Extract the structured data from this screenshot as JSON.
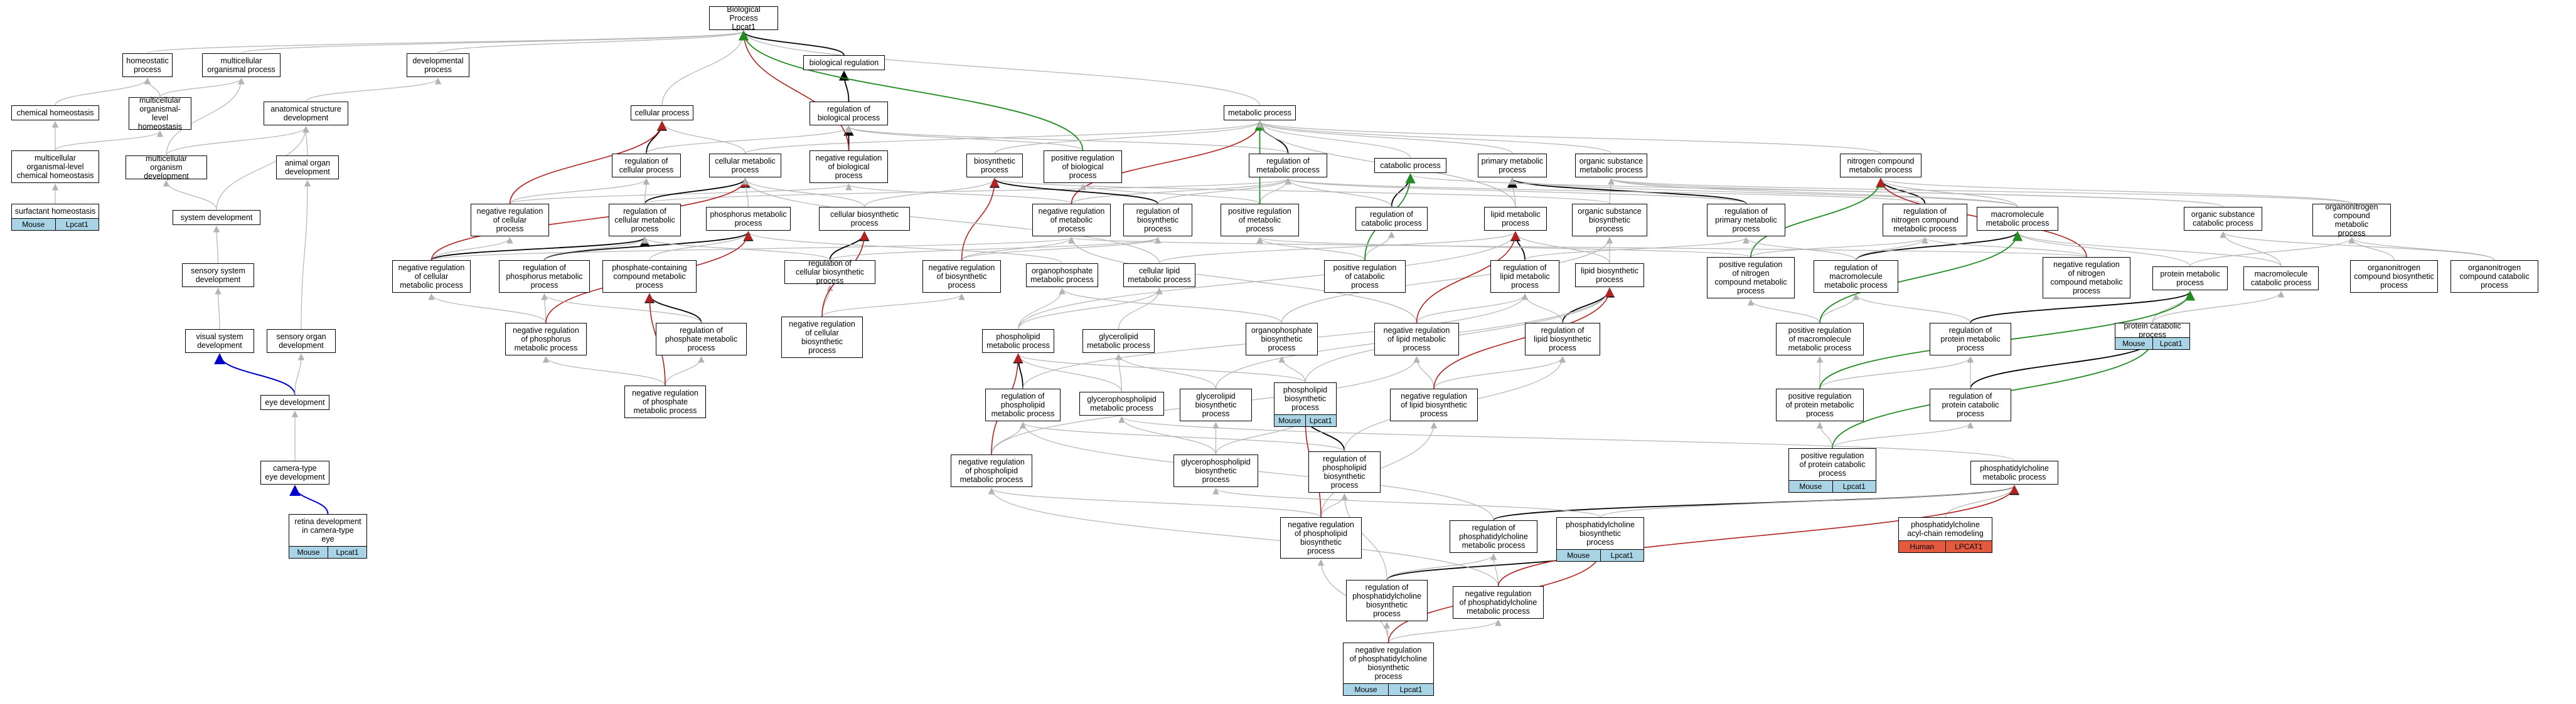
{
  "colors": {
    "default_edge": "#b4b4b4",
    "strong_edge": "#000000",
    "positive": "#228b22",
    "negative": "#b22222",
    "regulates": "#0000cc",
    "mouse": "#a9d4e6",
    "human": "#e35a3e"
  },
  "nodes": {
    "bp": "Biological Process\nLpcat1",
    "homeo": "homeostatic\nprocess",
    "multi": "multicellular\norganismal process",
    "devproc": "developmental\nprocess",
    "biolreg": "biological regulation",
    "chemhomeo": "chemical homeostasis",
    "multihomeo": "multicellular\norganismal-level\nhomeostasis",
    "anatdev": "anatomical structure\ndevelopment",
    "cellproc": "cellular process",
    "regbiol": "regulation of\nbiological process",
    "metab": "metabolic process",
    "mchemhomeo": "multicellular\norganismal-level\nchemical homeostasis",
    "multidev": "multicellular\norganism development",
    "animorgan": "animal organ\ndevelopment",
    "regcell": "regulation of\ncellular process",
    "cellmet": "cellular metabolic\nprocess",
    "negregbiol": "negative regulation\nof biological\nprocess",
    "biosyn": "biosynthetic\nprocess",
    "posregbiol": "positive regulation\nof biological\nprocess",
    "regmet": "regulation of\nmetabolic process",
    "catab": "catabolic process",
    "primmet": "primary metabolic\nprocess",
    "orgsubmet": "organic substance\nmetabolic process",
    "nitro": "nitrogen compound\nmetabolic process",
    "surf": "surfactant homeostasis",
    "sysdev": "system development",
    "negregcell": "negative regulation\nof cellular\nprocess",
    "regcellmet": "regulation of\ncellular metabolic\nprocess",
    "phosmet": "phosphorus metabolic\nprocess",
    "cellbiosyn": "cellular biosynthetic\nprocess",
    "negregmet": "negative regulation\nof metabolic\nprocess",
    "regbiosyn": "regulation of\nbiosynthetic\nprocess",
    "posregmet": "positive regulation\nof metabolic\nprocess",
    "regcatab": "regulation of\ncatabolic process",
    "lipmet": "lipid metabolic\nprocess",
    "orgsubbiosyn": "organic substance\nbiosynthetic\nprocess",
    "regprimmet": "regulation of\nprimary metabolic\nprocess",
    "regnitro": "regulation of\nnitrogen compound\nmetabolic process",
    "macromet": "macromolecule\nmetabolic process",
    "orgsubcatab": "organic substance\ncatabolic process",
    "orgnitromet": "organonitrogen\ncompound metabolic\nprocess",
    "sensdev": "sensory system\ndevelopment",
    "negregcellmet": "negative regulation\nof cellular\nmetabolic process",
    "regphosmet": "regulation of\nphosphorus metabolic\nprocess",
    "phoscontain": "phosphate-containing\ncompound metabolic\nprocess",
    "regcellbiosyn": "regulation of\ncellular biosynthetic\nprocess",
    "negregbiosyn": "negative regulation\nof biosynthetic\nprocess",
    "orgphosmet": "organophosphate\nmetabolic process",
    "celllip": "cellular lipid\nmetabolic process",
    "posregcatab": "positive regulation\nof catabolic\nprocess",
    "reglipmet": "regulation of\nlipid metabolic\nprocess",
    "lipbiosyn": "lipid biosynthetic\nprocess",
    "posregnitro": "positive regulation\nof nitrogen\ncompound metabolic\nprocess",
    "regmacro": "regulation of\nmacromolecule\nmetabolic process",
    "negregnitro": "negative regulation\nof nitrogen\ncompound metabolic\nprocess",
    "protmet": "protein metabolic\nprocess",
    "macrocatab": "macromolecule\ncatabolic process",
    "orgnitrobiosyn": "organonitrogen\ncompound biosynthetic\nprocess",
    "orgnitrocatab": "organonitrogen\ncompound catabolic\nprocess",
    "visdev": "visual system\ndevelopment",
    "sensorgan": "sensory organ\ndevelopment",
    "negregphosmet": "negative regulation\nof phosphorus\nmetabolic process",
    "regphosphatemet": "regulation of\nphosphate metabolic\nprocess",
    "negregcellbiosyn": "negative regulation\nof cellular\nbiosynthetic\nprocess",
    "phosplmet": "phospholipid\nmetabolic process",
    "glycerolipmet": "glycerolipid\nmetabolic process",
    "orgphosbiosyn": "organophosphate\nbiosynthetic\nprocess",
    "negreglipmet": "negative regulation\nof lipid metabolic\nprocess",
    "reglipbiosyn": "regulation of\nlipid biosynthetic\nprocess",
    "posregmacro": "positive regulation\nof macromolecule\nmetabolic process",
    "regprotmet": "regulation of\nprotein metabolic\nprocess",
    "protcatab": "protein catabolic\nprocess",
    "eyedev": "eye development",
    "negregphosphatemet": "negative regulation\nof phosphate\nmetabolic process",
    "regphosplmet": "regulation of\nphospholipid\nmetabolic process",
    "glycerophosplmet": "glycerophospholipid\nmetabolic process",
    "glycerolipbiosyn": "glycerolipid\nbiosynthetic\nprocess",
    "phosplbiosyn": "phospholipid\nbiosynthetic\nprocess",
    "negreglipbiosyn": "negative regulation\nof lipid biosynthetic\nprocess",
    "posregprotmet": "positive regulation\nof protein metabolic\nprocess",
    "regprotcatab": "regulation of\nprotein catabolic\nprocess",
    "camdev": "camera-type\neye development",
    "negregphosplmet": "negative regulation\nof phospholipid\nmetabolic process",
    "glycerophosplbiosyn": "glycerophospholipid\nbiosynthetic\nprocess",
    "regphosplbiosyn": "regulation of\nphospholipid\nbiosynthetic\nprocess",
    "posregprotcatab": "positive regulation\nof protein catabolic\nprocess",
    "pcmet": "phosphatidylcholine\nmetabolic process",
    "retina": "retina development\nin camera-type\neye",
    "negregphosplbiosyn": "negative regulation\nof phospholipid\nbiosynthetic\nprocess",
    "regpcmet": "regulation of\nphosphatidylcholine\nmetabolic process",
    "pcbiosyn": "phosphatidylcholine\nbiosynthetic\nprocess",
    "pcremodel": "phosphatidylcholine\nacyl-chain remodeling",
    "regpcbiosyn": "regulation of\nphosphatidylcholine\nbiosynthetic\nprocess",
    "negregpcmet": "negative regulation\nof phosphatidylcholine\nmetabolic process",
    "negregpcbiosyn": "negative regulation\nof phosphatidylcholine\nbiosynthetic\nprocess"
  },
  "annotations": {
    "surf": [
      "Mouse",
      "Lpcat1"
    ],
    "retina": [
      "Mouse",
      "Lpcat1"
    ],
    "phosplbiosyn": [
      "Mouse",
      "Lpcat1"
    ],
    "protcatab": [
      "Mouse",
      "Lpcat1"
    ],
    "posregprotcatab": [
      "Mouse",
      "Lpcat1"
    ],
    "pcbiosyn": [
      "Mouse",
      "Lpcat1"
    ],
    "negregpcbiosyn": [
      "Mouse",
      "Lpcat1"
    ],
    "pcremodel": [
      "Human",
      "LPCAT1"
    ]
  }
}
